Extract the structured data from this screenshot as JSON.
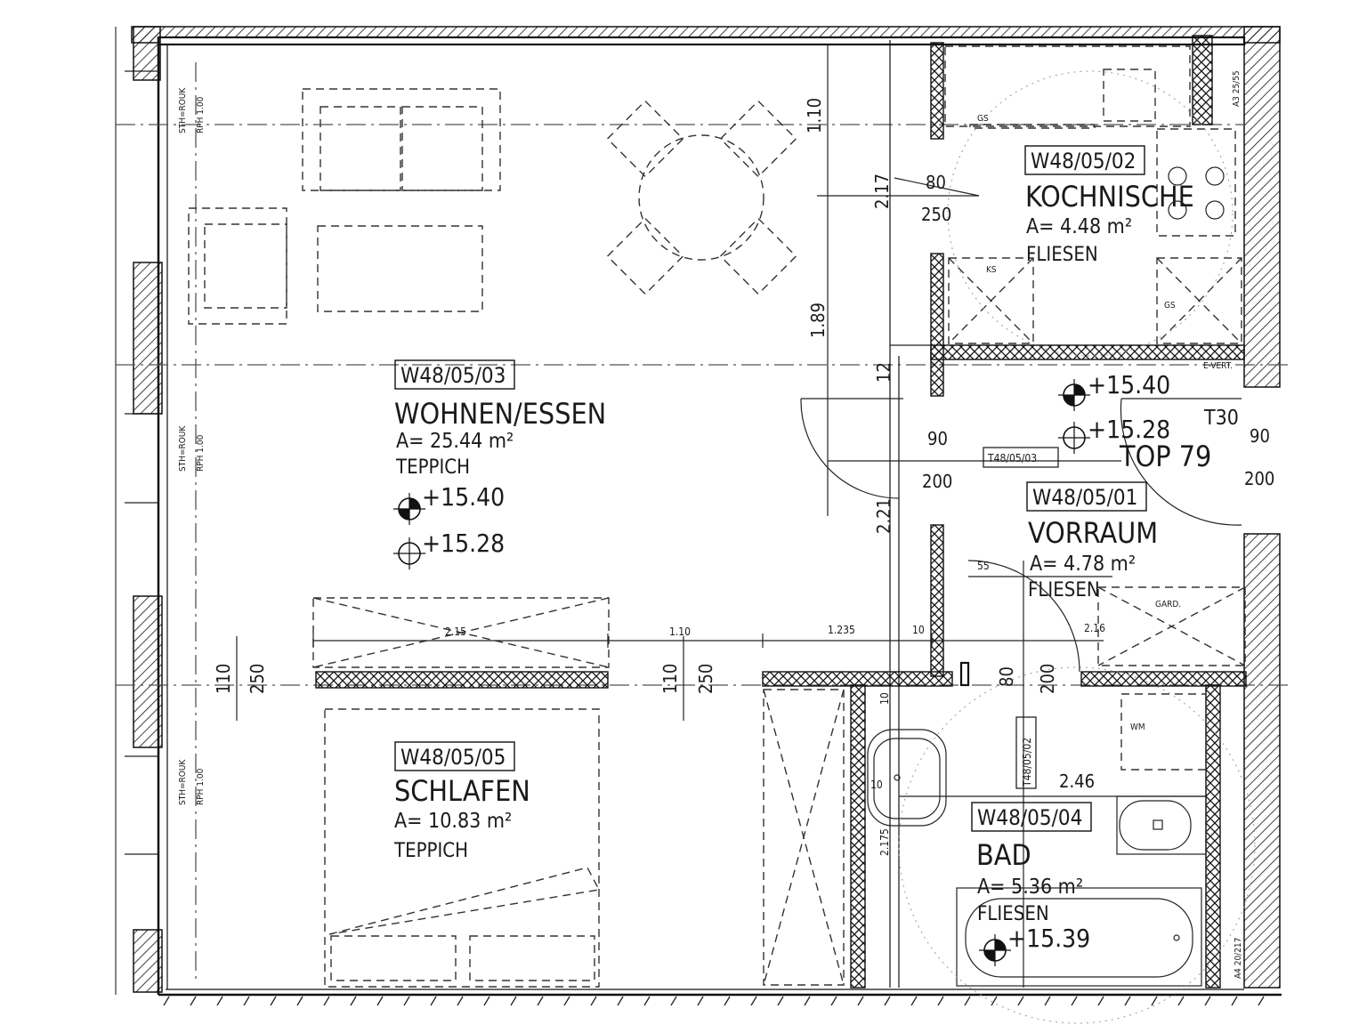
{
  "rooms": {
    "living": {
      "code": "W48/05/03",
      "name": "WOHNEN/ESSEN",
      "area": "A= 25.44 m²",
      "floor": "TEPPICH",
      "level1": "+15.40",
      "level2": "+15.28"
    },
    "kitchen": {
      "code": "W48/05/02",
      "name": "KOCHNISCHE",
      "area": "A= 4.48 m²",
      "floor": "FLIESEN"
    },
    "hall": {
      "code": "W48/05/01",
      "name": "VORRAUM",
      "area": "A= 4.78 m²",
      "floor": "FLIESEN"
    },
    "bath": {
      "code": "W48/05/04",
      "name": "BAD",
      "area": "A= 5.36 m²",
      "floor": "FLIESEN",
      "level": "+15.39"
    },
    "bedroom": {
      "code": "W48/05/05",
      "name": "SCHLAFEN",
      "area": "A= 10.83 m²",
      "floor": "TEPPICH"
    }
  },
  "levels": {
    "hall_top": "+15.40",
    "hall_bottom": "+15.28"
  },
  "unit": {
    "label": "TOP 79",
    "door_class": "T30"
  },
  "doors": {
    "t1": "T48/05/03",
    "t2": "T48/05/02"
  },
  "dimensions": {
    "d110_top": "1.10",
    "d217": "2.17",
    "d80": "80",
    "d250": "250",
    "d189": "1.89",
    "d12": "12",
    "d90": "90",
    "d200": "200",
    "d90r": "90",
    "d200r": "200",
    "d221": "2.21",
    "d55": "55",
    "d215": "2.15",
    "d110_mid": "1.10",
    "d1235": "1.235",
    "d10a": "10",
    "d216": "2.16",
    "d110_left": "110",
    "d250_left": "250",
    "d110_c": "110",
    "d250_c": "250",
    "d10b": "10",
    "d80b": "80",
    "d200b": "200",
    "d10c": "10",
    "d246": "2.46",
    "d2175": "2.175"
  },
  "annotations": {
    "window1": "STH=ROUK",
    "window1b": "RPH 1.00",
    "window2": "STH=ROUK",
    "window2b": "RPH 1.00",
    "window3": "STH=ROUK",
    "window3b": "RPH 1.00",
    "gs1": "GS",
    "gs2": "GS",
    "ks": "KS",
    "evert": "E-VERT.",
    "gard": "GARD.",
    "wm": "WM",
    "a3": "A3 25/55",
    "a4": "A4 20/217"
  }
}
